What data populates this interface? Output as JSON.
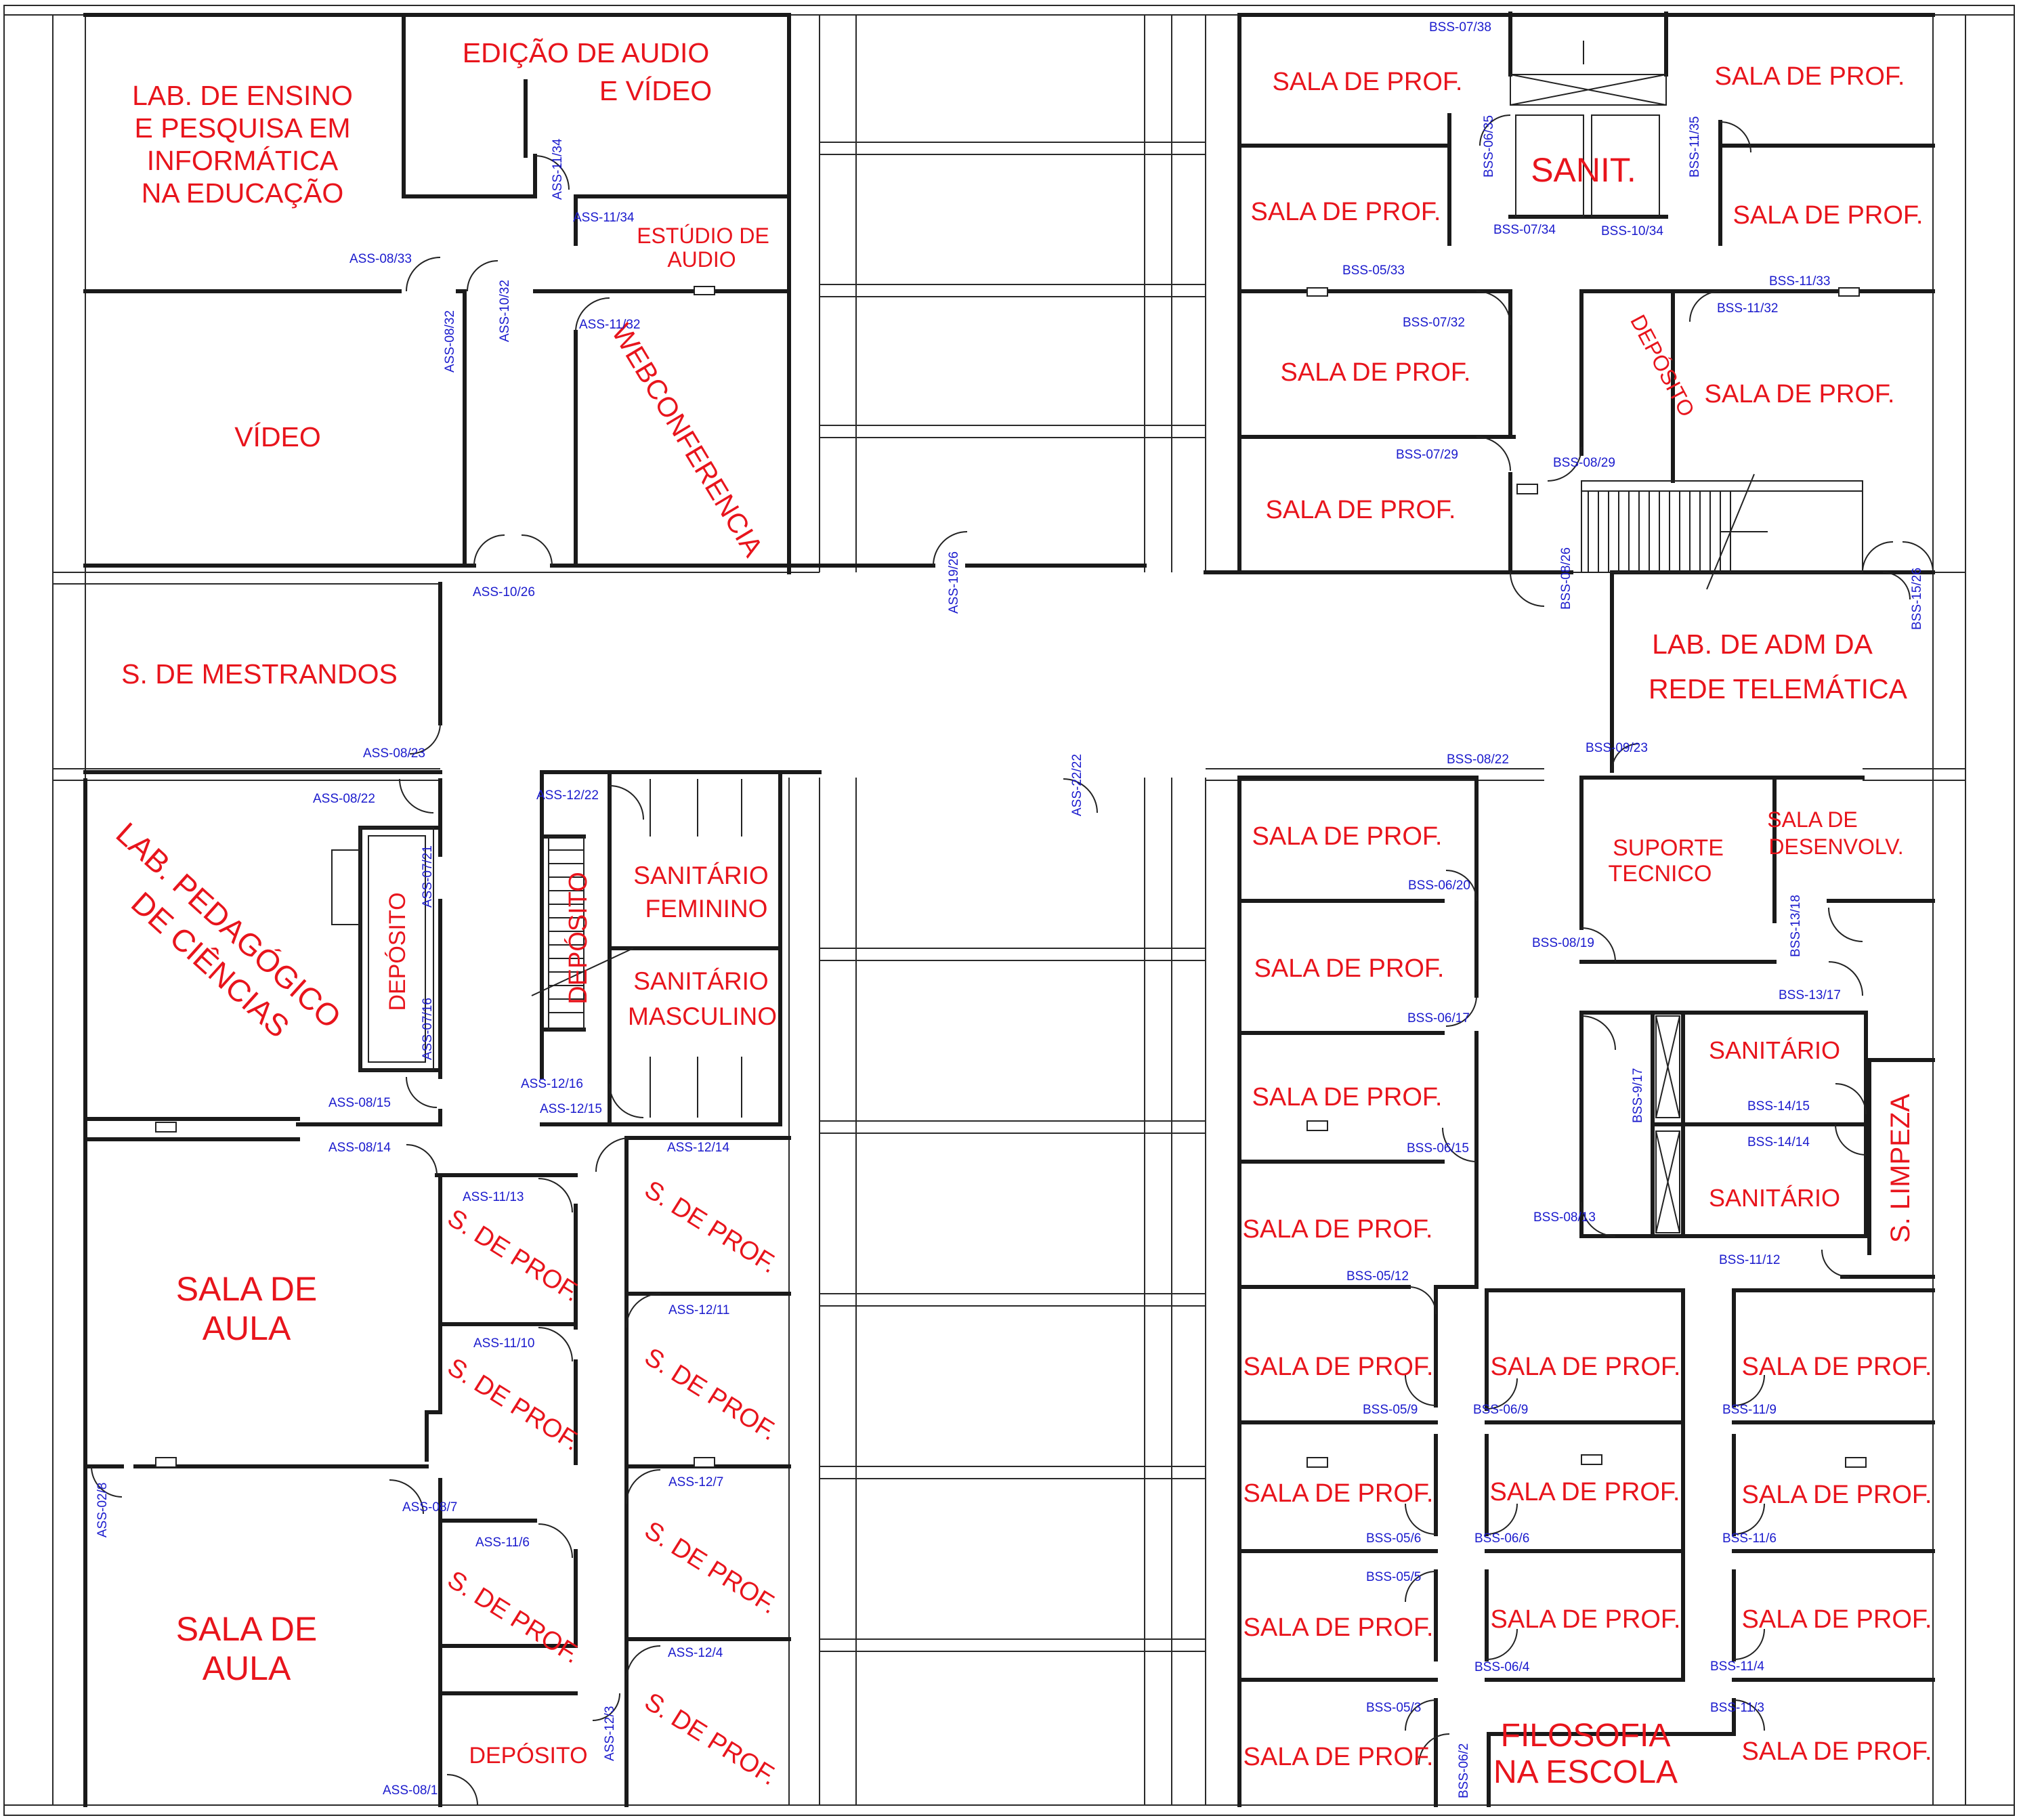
{
  "rooms": {
    "lab_ensino": [
      "LAB. DE ENSINO",
      "E PESQUISA EM",
      "INFORMÁTICA",
      "NA EDUCAÇÃO"
    ],
    "edicao_audio": [
      "EDIÇÃO DE AUDIO",
      "E VÍDEO"
    ],
    "estudio_audio": [
      "ESTÚDIO DE",
      "AUDIO"
    ],
    "video": "VÍDEO",
    "webconferencia": "WEBCONFERENCIA",
    "mestrandos": "S. DE MESTRANDOS",
    "lab_pedagogico": [
      "LAB. PEDAGÓGICO",
      "DE CIÊNCIAS"
    ],
    "deposito": "DEPÓSITO",
    "sanitario_feminino": [
      "SANITÁRIO",
      "FEMININO"
    ],
    "sanitario_masculino": [
      "SANITÁRIO",
      "MASCULINO"
    ],
    "sala_de_aula": [
      "SALA DE",
      "AULA"
    ],
    "s_de_prof": "S. DE PROF.",
    "sala_de_prof": "SALA DE PROF.",
    "sanit": "SANIT.",
    "lab_adm": [
      "LAB. DE ADM DA",
      "REDE TELEMÁTICA"
    ],
    "suporte": [
      "SUPORTE",
      "TECNICO"
    ],
    "sala_desenvolv": [
      "SALA DE",
      "DESENVOLV."
    ],
    "sanitario": "SANITÁRIO",
    "s_limpeza": "S. LIMPEZA",
    "filosofia": [
      "FILOSOFIA",
      "NA ESCOLA"
    ]
  },
  "door_tags": {
    "a1": "ASS-11/34",
    "a2": "ASS-08/33",
    "a3": "ASS-08/32",
    "a4": "ASS-10/32",
    "a5": "ASS-11/32",
    "a6": "ASS-10/26",
    "a7": "ASS-19/26",
    "a8": "ASS-08/23",
    "a9": "ASS-08/22",
    "a10": "ASS-12/22",
    "a11": "ASS-22/22",
    "a12": "ASS-07/21",
    "a13": "ASS-07/16",
    "a14": "ASS-12/16",
    "a15": "ASS-12/15",
    "a16": "ASS-08/15",
    "a17": "ASS-08/14",
    "a18": "ASS-12/14",
    "a19": "ASS-11/13",
    "a20": "ASS-12/11",
    "a21": "ASS-11/10",
    "a22": "ASS-02/8",
    "a23": "ASS-12/7",
    "a24": "ASS-08/7",
    "a25": "ASS-11/6",
    "a26": "ASS-12/4",
    "a27": "ASS-12/3",
    "a28": "ASS-08/1",
    "b1": "BSS-07/38",
    "b2": "BSS-06/35",
    "b3": "BSS-11/35",
    "b4": "BSS-07/34",
    "b5": "BSS-10/34",
    "b6": "BSS-05/33",
    "b7": "BSS-11/33",
    "b8": "BSS-07/32",
    "b9": "BSS-11/32",
    "b10": "BSS-07/29",
    "b11": "BSS-08/29",
    "b12": "BSS-08/26",
    "b13": "BSS-15/26",
    "b14": "BSS-08/22",
    "b15": "BSS-09/23",
    "b16": "BSS-06/20",
    "b17": "BSS-13/18",
    "b18": "BSS-08/19",
    "b19": "BSS-13/17",
    "b20": "BSS-06/17",
    "b21": "BSS-9/17",
    "b22": "BSS-14/15",
    "b23": "BSS-14/14",
    "b24": "BSS-06/15",
    "b25": "BSS-08/13",
    "b26": "BSS-11/12",
    "b27": "BSS-05/12",
    "b28": "BSS-05/9",
    "b29": "BSS-06/9",
    "b30": "BSS-11/9",
    "b31": "BSS-05/6",
    "b32": "BSS-06/6",
    "b33": "BSS-11/6",
    "b34": "BSS-05/5",
    "b35": "BSS-06/4",
    "b36": "BSS-11/4",
    "b37": "BSS-05/3",
    "b38": "BSS-11/3",
    "b39": "BSS-06/2"
  },
  "colors": {
    "label": "#e8141c",
    "tag": "#1a1acd",
    "wall": "#1a1a1a",
    "line": "#333333"
  }
}
